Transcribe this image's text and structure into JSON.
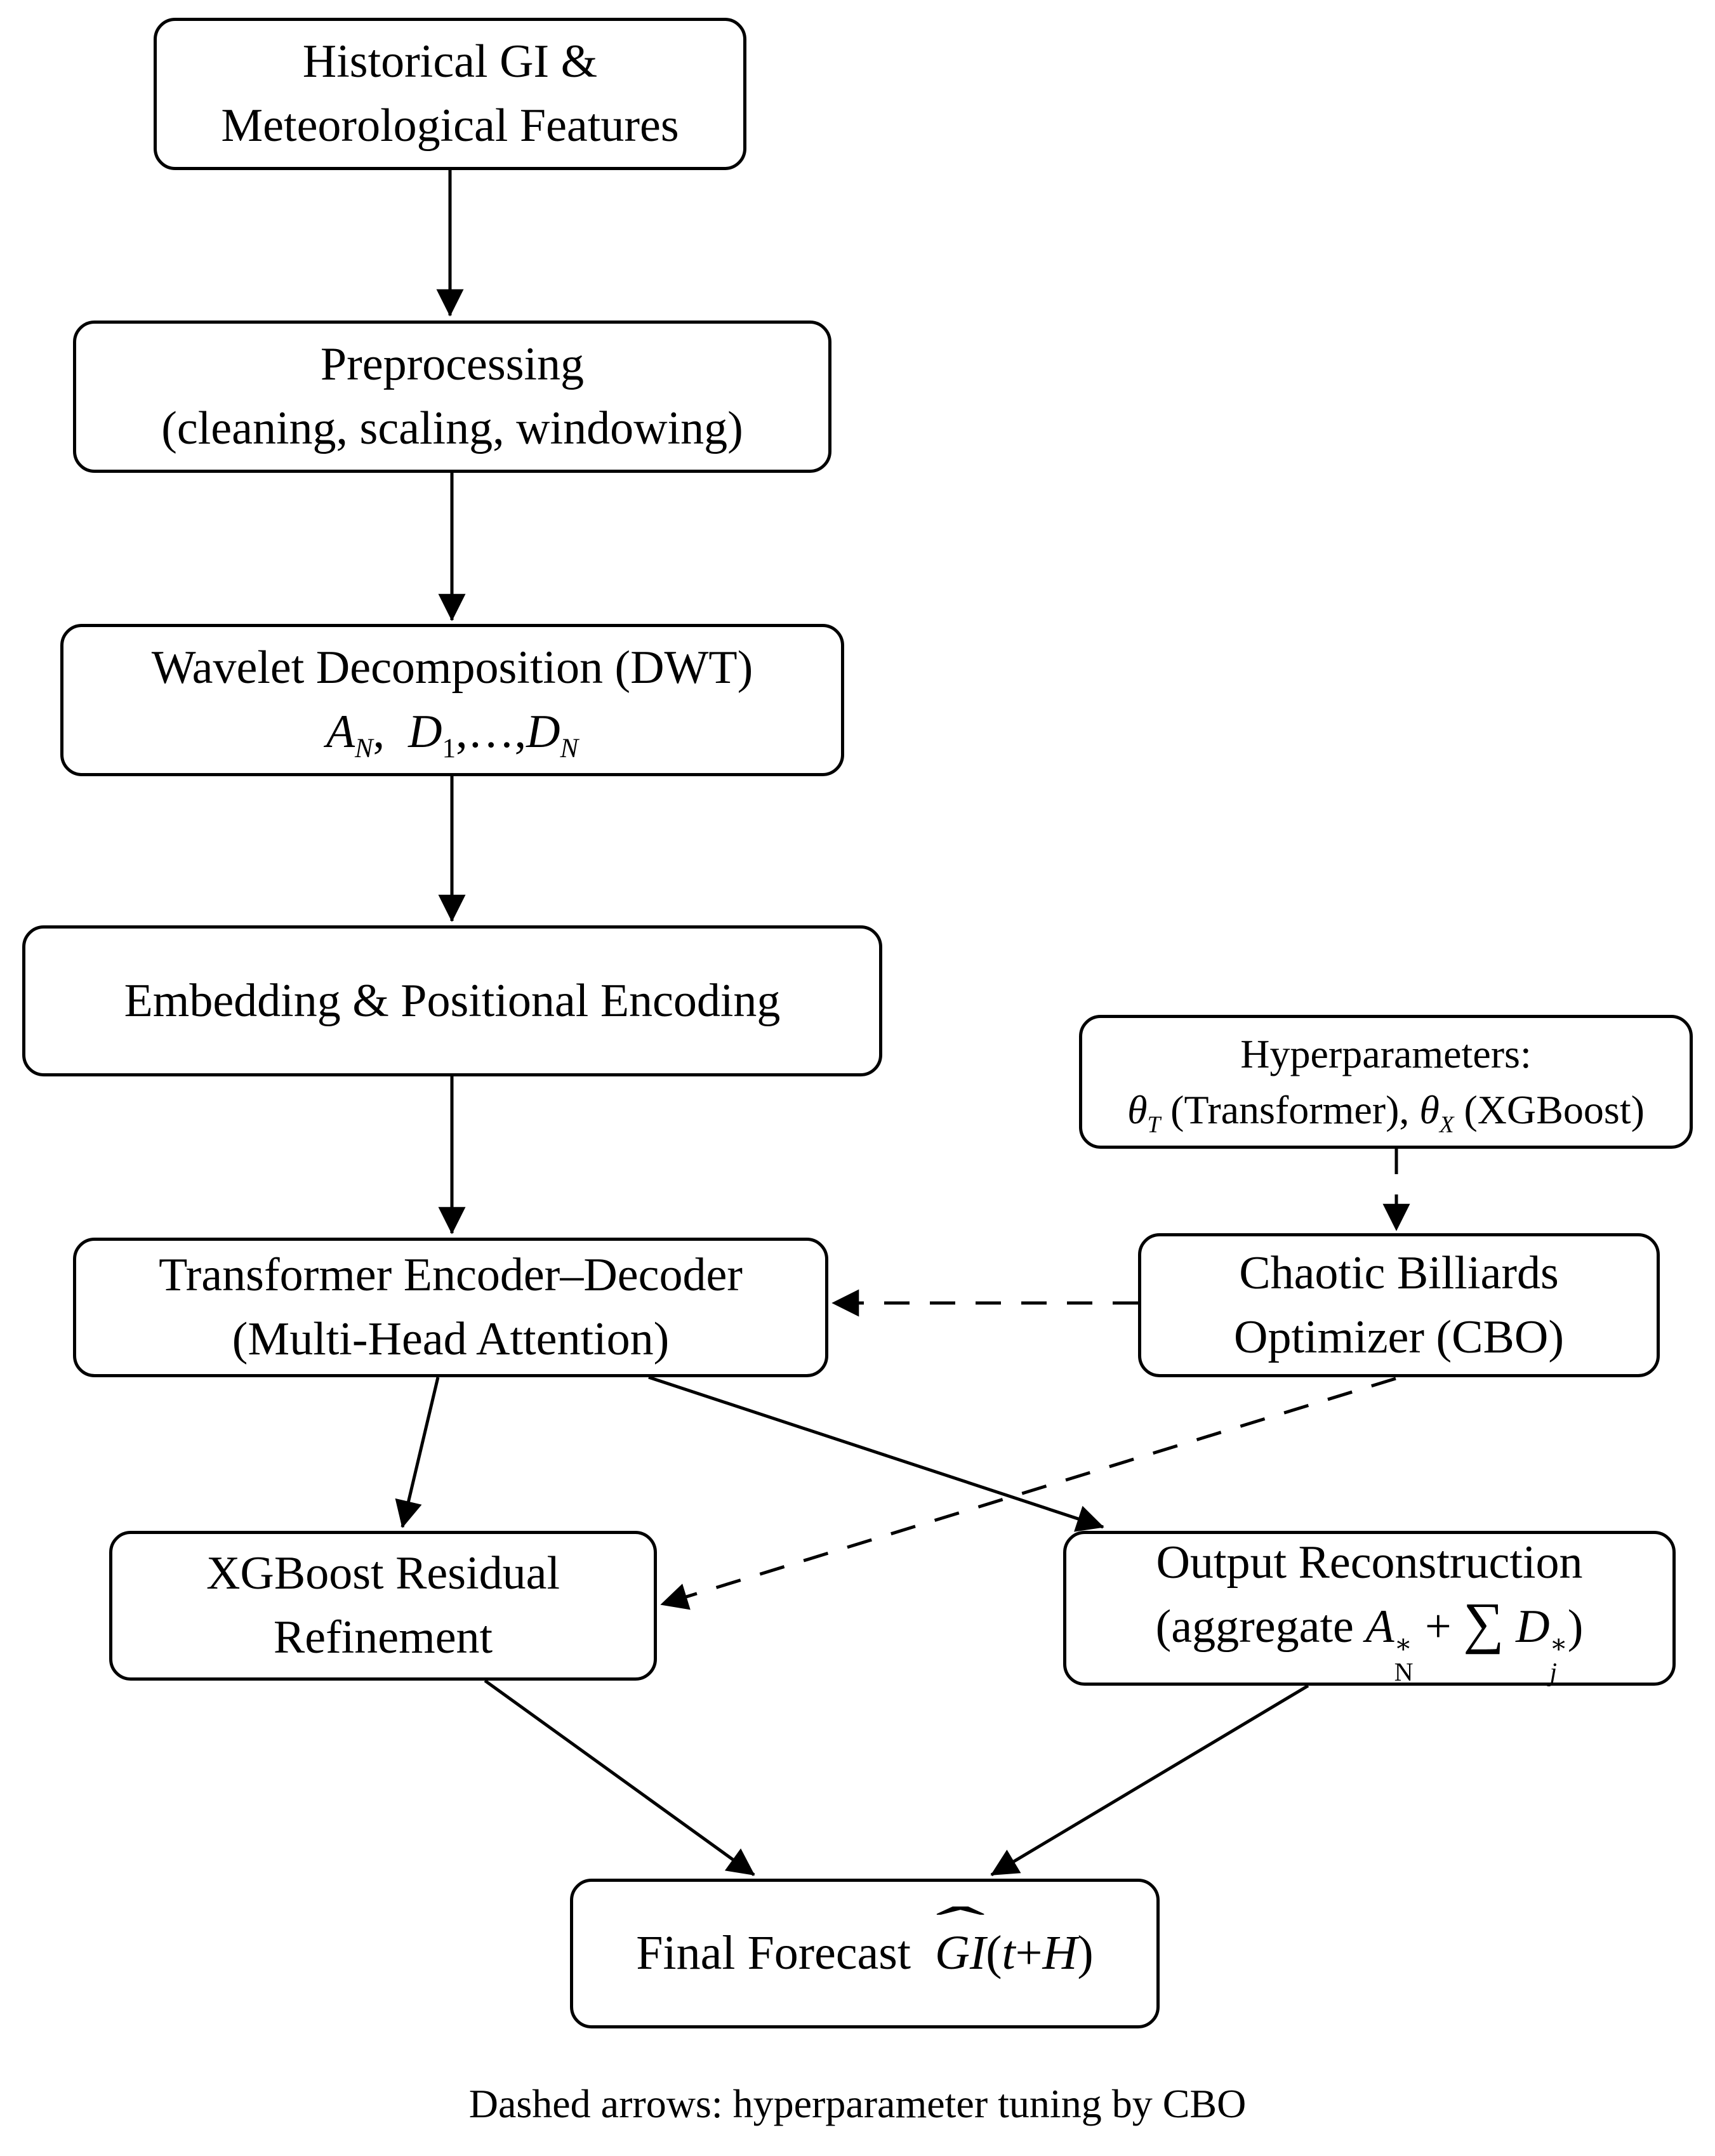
{
  "diagram": {
    "type": "flowchart",
    "background_color": "#ffffff",
    "line_color": "#000000",
    "text_color": "#000000",
    "caption": "Dashed arrows: hyperparameter tuning by CBO",
    "edges": [
      {
        "from": "historical",
        "to": "preprocessing",
        "style": "solid"
      },
      {
        "from": "preprocessing",
        "to": "wavelet",
        "style": "solid"
      },
      {
        "from": "wavelet",
        "to": "embedding",
        "style": "solid"
      },
      {
        "from": "embedding",
        "to": "transformer",
        "style": "solid"
      },
      {
        "from": "hyperparameters",
        "to": "cbo",
        "style": "dashed"
      },
      {
        "from": "cbo",
        "to": "transformer",
        "style": "dashed"
      },
      {
        "from": "cbo",
        "to": "xgboost",
        "style": "dashed"
      },
      {
        "from": "transformer",
        "to": "xgboost",
        "style": "solid"
      },
      {
        "from": "transformer",
        "to": "output_reconstruction",
        "style": "solid"
      },
      {
        "from": "xgboost",
        "to": "final_forecast",
        "style": "solid"
      },
      {
        "from": "output_reconstruction",
        "to": "final_forecast",
        "style": "solid"
      }
    ]
  },
  "nodes": {
    "historical": {
      "label_plain": "Historical GI & Meteorological Features",
      "lines": [
        [
          {
            "t": "Historical GI &"
          }
        ],
        [
          {
            "t": "Meteorological Features"
          }
        ]
      ]
    },
    "preprocessing": {
      "label_plain": "Preprocessing (cleaning, scaling, windowing)",
      "lines": [
        [
          {
            "t": "Preprocessing"
          }
        ],
        [
          {
            "t": "(cleaning, scaling, windowing)"
          }
        ]
      ]
    },
    "wavelet": {
      "label_plain": "Wavelet Decomposition (DWT) A_N, D_1,...,D_N",
      "lines": [
        [
          {
            "t": "Wavelet Decomposition (DWT)"
          }
        ],
        [
          {
            "t": "A",
            "it": true
          },
          {
            "t": "N",
            "sub": true,
            "it": true
          },
          {
            "t": ",  "
          },
          {
            "t": "D",
            "it": true
          },
          {
            "t": "1",
            "sub": true
          },
          {
            "t": ",…,"
          },
          {
            "t": "D",
            "it": true
          },
          {
            "t": "N",
            "sub": true,
            "it": true
          }
        ]
      ]
    },
    "embedding": {
      "label_plain": "Embedding & Positional Encoding",
      "lines": [
        [
          {
            "t": "Embedding & Positional Encoding"
          }
        ]
      ]
    },
    "hyperparameters": {
      "label_plain": "Hyperparameters: θ_T (Transformer), θ_X (XGBoost)",
      "lines": [
        [
          {
            "t": "Hyperparameters:"
          }
        ],
        [
          {
            "t": "θ",
            "it": true
          },
          {
            "t": "T",
            "sub": true,
            "it": true
          },
          {
            "t": " (Transformer), "
          },
          {
            "t": "θ",
            "it": true
          },
          {
            "t": "X",
            "sub": true,
            "it": true
          },
          {
            "t": " (XGBoost)"
          }
        ]
      ]
    },
    "transformer": {
      "label_plain": "Transformer Encoder–Decoder (Multi-Head Attention)",
      "lines": [
        [
          {
            "t": "Transformer Encoder–Decoder"
          }
        ],
        [
          {
            "t": "(Multi-Head Attention)"
          }
        ]
      ]
    },
    "cbo": {
      "label_plain": "Chaotic Billiards Optimizer (CBO)",
      "lines": [
        [
          {
            "t": "Chaotic Billiards"
          }
        ],
        [
          {
            "t": "Optimizer (CBO)"
          }
        ]
      ]
    },
    "xgboost": {
      "label_plain": "XGBoost Residual Refinement",
      "lines": [
        [
          {
            "t": "XGBoost Residual"
          }
        ],
        [
          {
            "t": "Refinement"
          }
        ]
      ]
    },
    "output_reconstruction": {
      "label_plain": "Output Reconstruction (aggregate A∗_N + ∑ D∗_j)",
      "lines": [
        [
          {
            "t": "Output Reconstruction"
          }
        ],
        [
          {
            "t": "(aggregate "
          },
          {
            "t": "A",
            "it": true
          },
          {
            "stack": true,
            "sup": "∗",
            "sub": "N"
          },
          {
            "t": " + "
          },
          {
            "t": "∑",
            "big": true
          },
          {
            "t": " "
          },
          {
            "t": "D",
            "it": true
          },
          {
            "stack": true,
            "sup": "∗",
            "sub": "j",
            "subIt": true
          },
          {
            "t": ")"
          }
        ]
      ]
    },
    "final_forecast": {
      "label_plain": "Final Forecast GI(t+H)",
      "lines": [
        [
          {
            "t": "Final Forecast  "
          },
          {
            "t": "GI",
            "hat": true
          },
          {
            "t": "("
          },
          {
            "t": "t",
            "it": true
          },
          {
            "t": "+"
          },
          {
            "t": "H",
            "it": true
          },
          {
            "t": ")"
          }
        ]
      ]
    }
  },
  "caption": "Dashed arrows: hyperparameter tuning by CBO"
}
